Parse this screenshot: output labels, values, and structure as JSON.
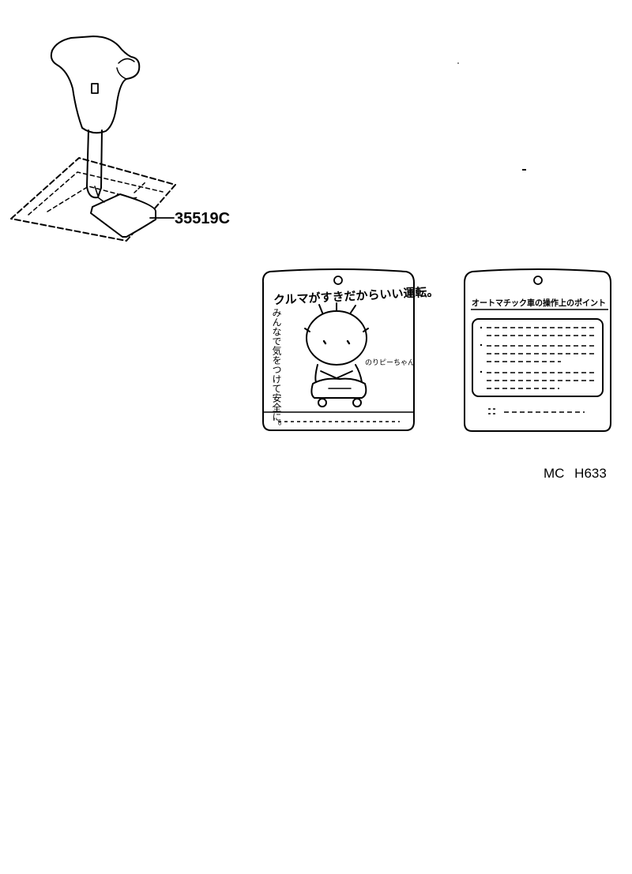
{
  "diagram": {
    "part_number": "35519C",
    "reference_code": "MC  H633",
    "front_tag": {
      "title": "クルマがすきだからいい運転。",
      "vertical_text": "みんなで気をつけて安全に。",
      "character_caption": "のりピーちゃん"
    },
    "back_tag": {
      "title": "オートマチック車の操作上のポイント"
    }
  }
}
